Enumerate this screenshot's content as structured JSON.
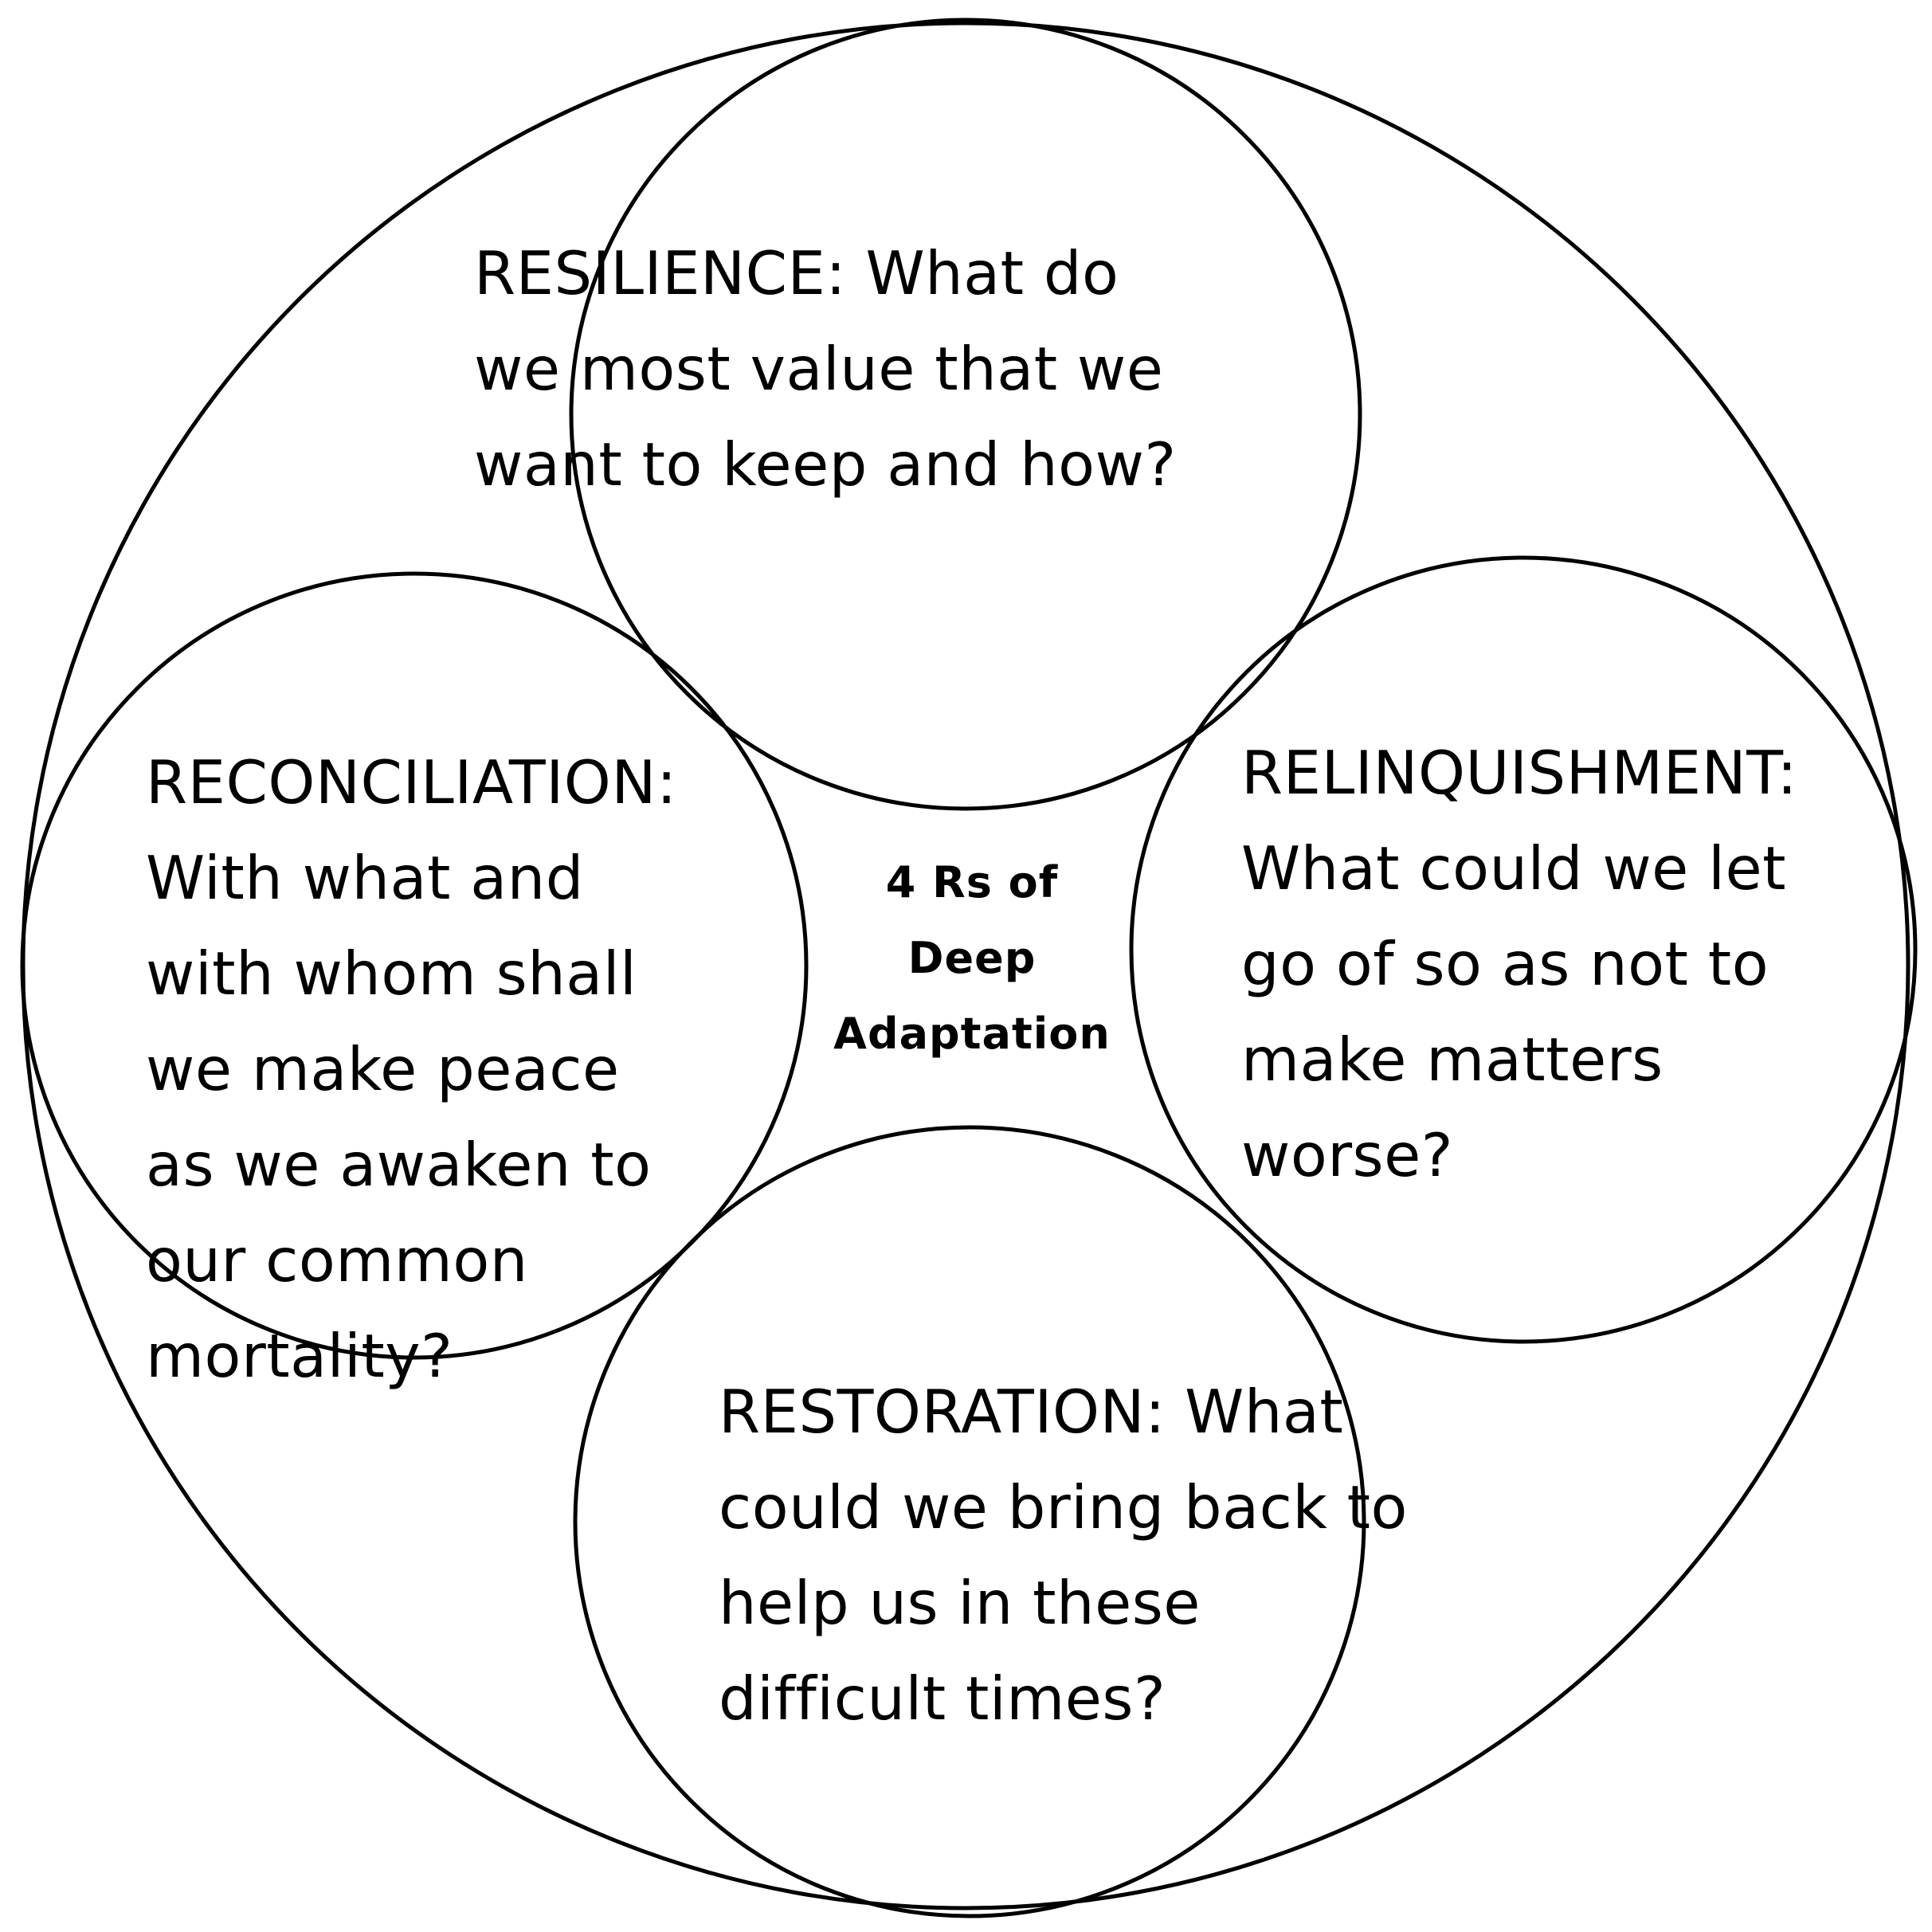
{
  "center": {
    "lines": [
      "4 Rs of",
      "Deep",
      "Adaptation"
    ]
  },
  "resilience": {
    "lines": [
      "RESILIENCE: What do",
      "we most value that we",
      "want to keep and how?"
    ]
  },
  "relinquishment": {
    "lines": [
      "RELINQUISHMENT:",
      "What could we let",
      "go of so as not to",
      "make matters",
      "worse?"
    ]
  },
  "reconciliation": {
    "lines": [
      "RECONCILIATION:",
      "With what and",
      "with whom shall",
      "we make peace",
      "as we awaken to",
      "our common",
      "mortality?"
    ]
  },
  "restoration": {
    "lines": [
      "RESTORATION: What",
      "could we bring back to",
      "help us in these",
      "difficult times?"
    ]
  },
  "colors": {
    "stroke": "#000000",
    "background": "#ffffff"
  }
}
